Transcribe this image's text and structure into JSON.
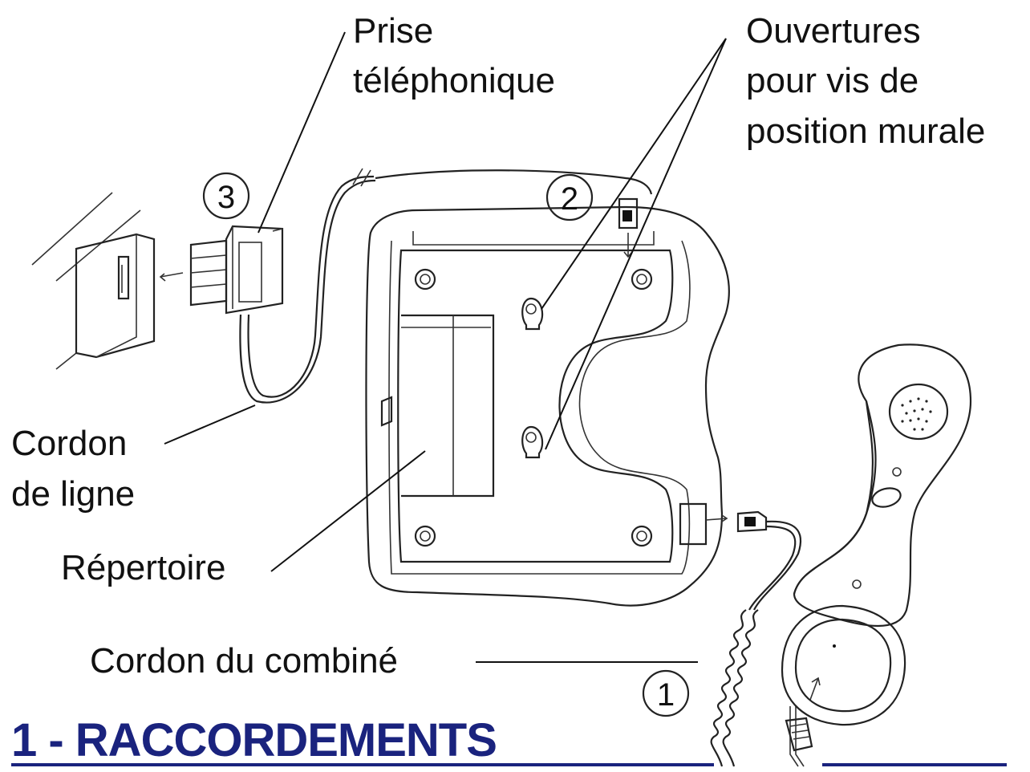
{
  "labels": {
    "prise_line1": "Prise",
    "prise_line2": "téléphonique",
    "ouvertures_line1": "Ouvertures",
    "ouvertures_line2": "pour vis de",
    "ouvertures_line3": "position murale",
    "cordon_ligne_line1": "Cordon",
    "cordon_ligne_line2": "de ligne",
    "repertoire": "Répertoire",
    "cordon_combine": "Cordon du combiné"
  },
  "markers": {
    "m1": "1",
    "m2": "2",
    "m3": "3"
  },
  "title": "1 - RACCORDEMENTS",
  "colors": {
    "title": "#1a237e",
    "rule": "#1a237e",
    "line": "#222222"
  }
}
